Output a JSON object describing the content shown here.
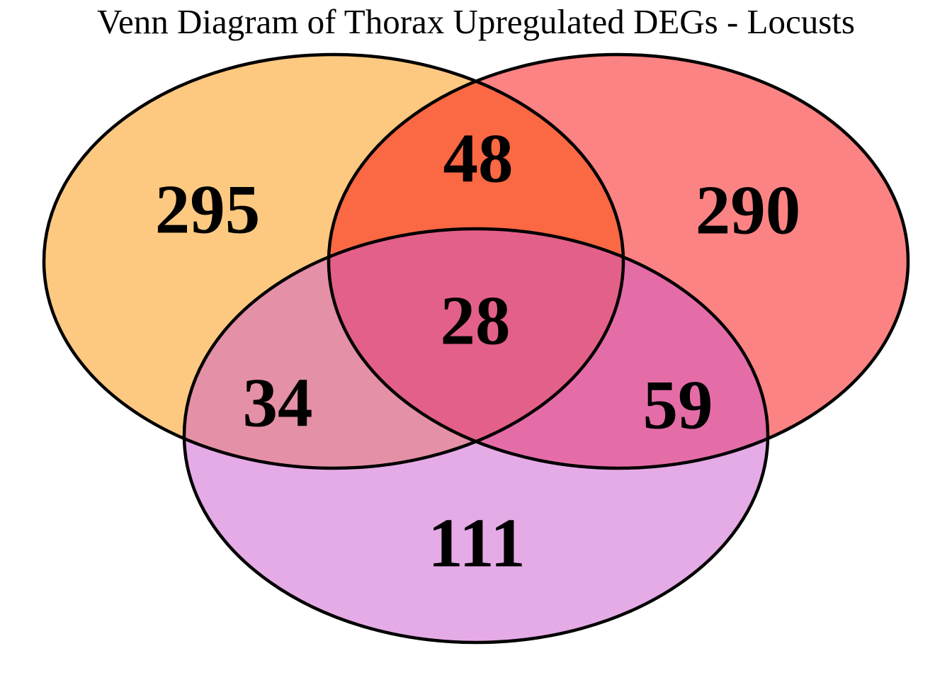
{
  "title": "Venn Diagram of Thorax Upregulated DEGs - Locusts",
  "colors": {
    "background": "#FFFFFF",
    "outline": "#000000",
    "label_text": "#000000",
    "set_top_left_fill": "#FB9303",
    "set_top_right_fill": "#F90707",
    "set_bottom_fill": "#CB57CD",
    "fill_opacity": "0.5"
  },
  "labels": {
    "region_top_left_only": "295",
    "region_top_right_only": "290",
    "region_bottom_only": "111",
    "region_top_left_top_right": "48",
    "region_top_left_bottom": "34",
    "region_top_right_bottom": "59",
    "region_all_three": "28"
  },
  "chart_data": {
    "type": "venn",
    "title": "Venn Diagram of Thorax Upregulated DEGs - Locusts",
    "set_labels_visible": false,
    "legend_position": "none",
    "sets": [
      {
        "position": "top-left",
        "base_fill": "#FB9303",
        "rendered_fill": "#FDC981",
        "exclusive_count": 295
      },
      {
        "position": "top-right",
        "base_fill": "#F90707",
        "rendered_fill": "#FC8383",
        "exclusive_count": 290
      },
      {
        "position": "bottom",
        "base_fill": "#CB57CD",
        "rendered_fill": "#E5ABE6",
        "exclusive_count": 111
      }
    ],
    "intersections": [
      {
        "between": [
          "top-left",
          "top-right"
        ],
        "count": 48,
        "rendered_fill": "#FB6844"
      },
      {
        "between": [
          "top-left",
          "bottom"
        ],
        "count": 34,
        "rendered_fill": "#E490A7"
      },
      {
        "between": [
          "top-right",
          "bottom"
        ],
        "count": 59,
        "rendered_fill": "#E36DA8"
      },
      {
        "between": [
          "top-left",
          "top-right",
          "bottom"
        ],
        "count": 28,
        "rendered_fill": "#E35F88"
      }
    ],
    "totals_note_visible": false
  }
}
